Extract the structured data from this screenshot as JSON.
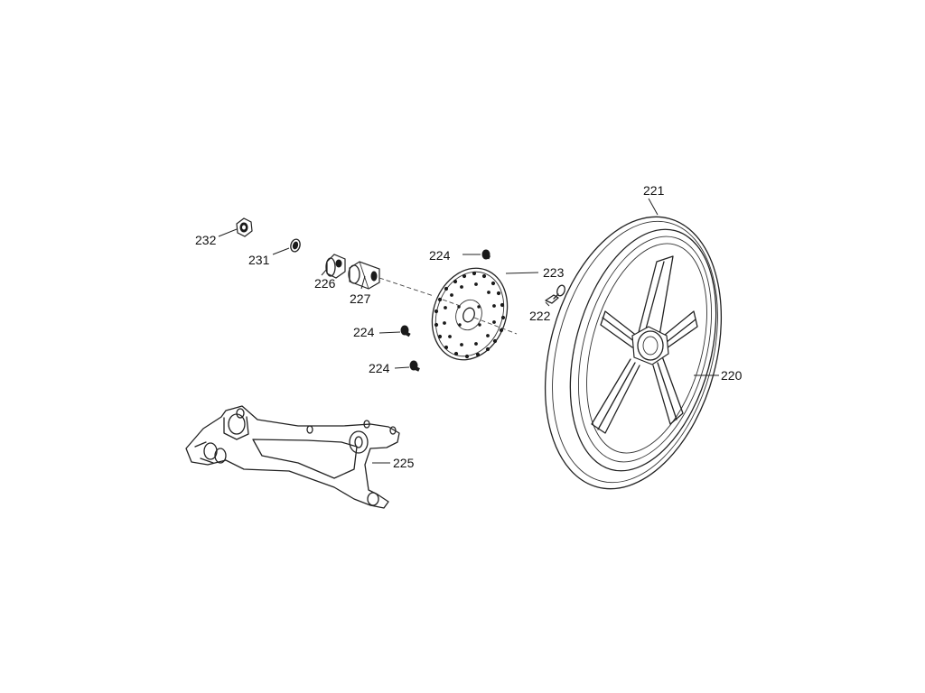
{
  "diagram": {
    "part_labels": {
      "p220": "220",
      "p221": "221",
      "p222": "222",
      "p223": "223",
      "p224_top": "224",
      "p224_mid": "224",
      "p224_bot": "224",
      "p225": "225",
      "p226": "226",
      "p227": "227",
      "p231": "231",
      "p232": "232"
    },
    "line_color": "#222222",
    "background": "#ffffff"
  }
}
